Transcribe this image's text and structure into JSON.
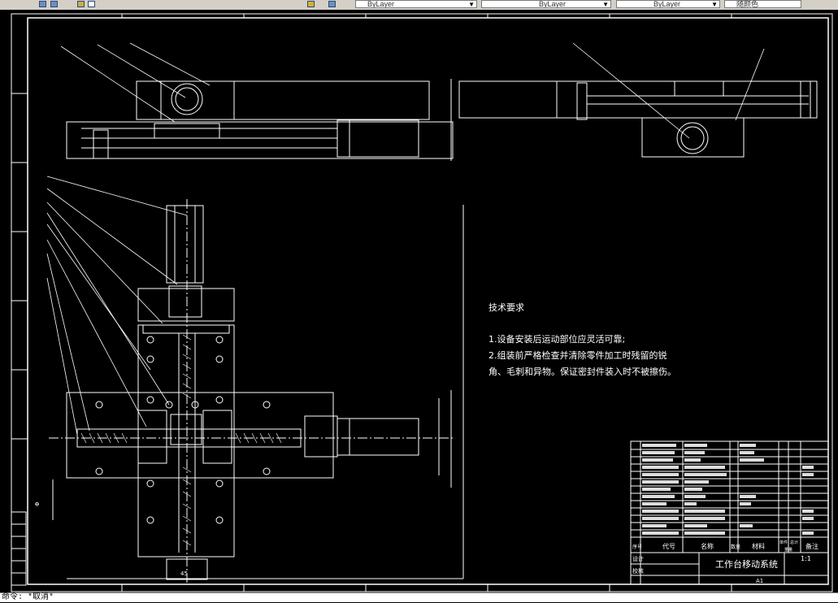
{
  "toolbar": {
    "linetype_value": "ByLayer",
    "lineweight_value": "ByLayer",
    "color_value": "ByLayer",
    "plotstyle_value": "随颜色"
  },
  "drawing": {
    "tech_title": "技术要求",
    "tech_line1": "1.设备安装后运动部位应灵活可靠;",
    "tech_line2": "2.组装前严格检查并清除零件加工时残留的锐",
    "tech_line3": "角、毛刺和异物。保证密封件装入时不被擦伤。",
    "drawing_title": "工作台移动系统",
    "scale": "1:1",
    "sheet_size": "A1",
    "bom_header": {
      "seq": "序号",
      "code": "代号",
      "name": "名称",
      "qty": "数量",
      "material": "材料",
      "unit_weight": "单件",
      "total_weight": "总计",
      "weight": "重量",
      "remarks": "备注"
    },
    "designer_label": "设计",
    "checker_label": "校核",
    "left_dim": "Φ",
    "bottom_dim": "45"
  },
  "command": {
    "prompt": "命令: *取消*"
  }
}
